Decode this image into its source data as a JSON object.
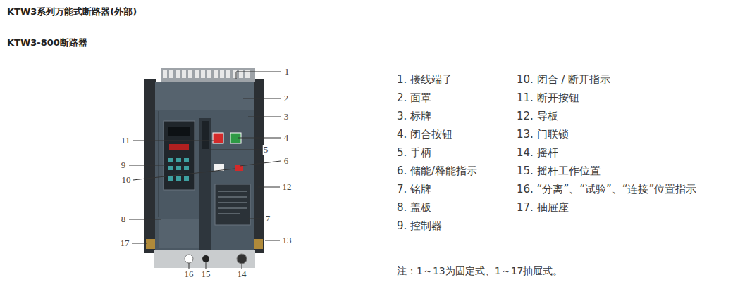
{
  "diagram": {
    "title": "KTW3系列万能式断路器(外部)",
    "labels": [
      "KTW3-800断路器",
      "1",
      "2",
      "3",
      "4",
      "11",
      "5",
      "6",
      "9",
      "10",
      "12",
      "8",
      "7",
      "17",
      "13",
      "16",
      "15",
      "14",
      "1. 接线端子",
      "2. 面罩",
      "3. 标牌",
      "4. 闭合按钮",
      "5. 手柄",
      "6. 储能/释能指示",
      "7. 铭牌",
      "8. 盖板",
      "9. 控制器",
      "10. 闭合 / 断开指示",
      "11. 断开按钮",
      "12. 导板",
      "13. 门联锁",
      "14. 摇杆",
      "15. 摇杆工作位置",
      "16. “分离”、“试验”、“连接”位置指示",
      "17. 抽屉座",
      "注：1～13为固定式、1～17抽屉式。"
    ]
  }
}
